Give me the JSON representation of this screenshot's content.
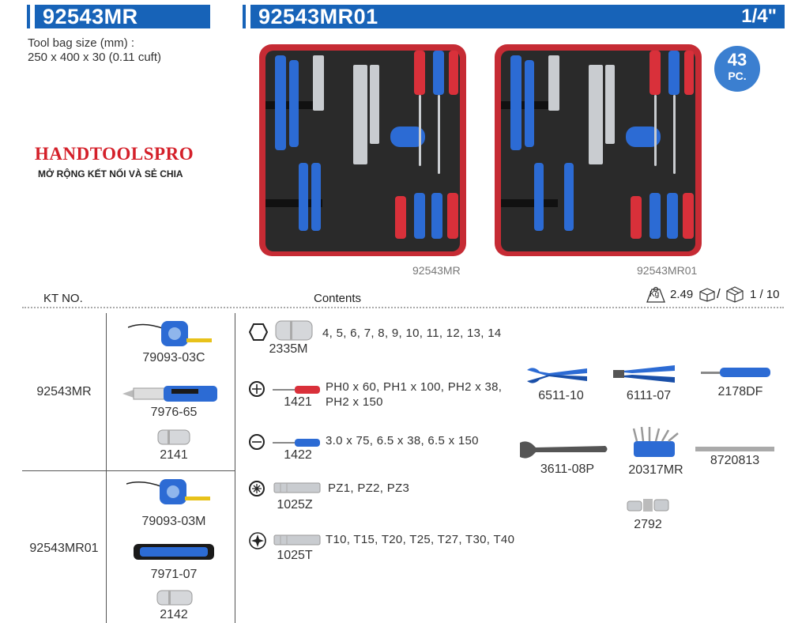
{
  "header_left": {
    "title": "92543MR"
  },
  "header_right": {
    "title": "92543MR01",
    "size": "1/4\""
  },
  "bag_size": {
    "line1": "Tool bag size (mm) :",
    "line2": "250 x 400 x 30 (0.11 cuft)"
  },
  "brand": {
    "name": "HANDTOOLSPRO",
    "tagline": "MỞ RỘNG KẾT NỐI VÀ SẺ CHIA"
  },
  "badge": {
    "count": "43",
    "unit": "PC."
  },
  "captions": {
    "left": "92543MR",
    "right": "92543MR01"
  },
  "table_header": {
    "kt_no": "KT NO.",
    "contents": "Contents",
    "weight": "2.49",
    "qty": "1 / 10",
    "weight_unit": "Kg"
  },
  "rows": [
    {
      "kt": "92543MR",
      "items": [
        "79093-03C",
        "7976-65",
        "2141"
      ]
    },
    {
      "kt": "92543MR01",
      "items": [
        "79093-03M",
        "7971-07",
        "2142"
      ]
    }
  ],
  "contents": [
    {
      "code": "2335M",
      "spec": "4, 5, 6, 7, 8, 9, 10, 11, 12, 13, 14",
      "icon": "hexagon-icon"
    },
    {
      "code": "1421",
      "spec": "PH0 x 60, PH1 x 100, PH2 x 38,",
      "spec2": "PH2 x 150",
      "icon": "phillips-icon"
    },
    {
      "code": "1422",
      "spec": "3.0 x 75, 6.5 x 38, 6.5 x 150",
      "icon": "slotted-icon"
    },
    {
      "code": "1025Z",
      "spec": "PZ1, PZ2, PZ3",
      "icon": "pozidriv-icon"
    },
    {
      "code": "1025T",
      "spec": "T10, T15, T20, T25, T27, T30, T40",
      "icon": "torx-icon"
    }
  ],
  "tools": [
    "6511-10",
    "6111-07",
    "2178DF",
    "3611-08P",
    "20317MR",
    "8720813",
    "2792"
  ],
  "colors": {
    "header_blue": "#1763b8",
    "brand_red": "#d4202a",
    "badge_blue": "#3b7fd0"
  }
}
